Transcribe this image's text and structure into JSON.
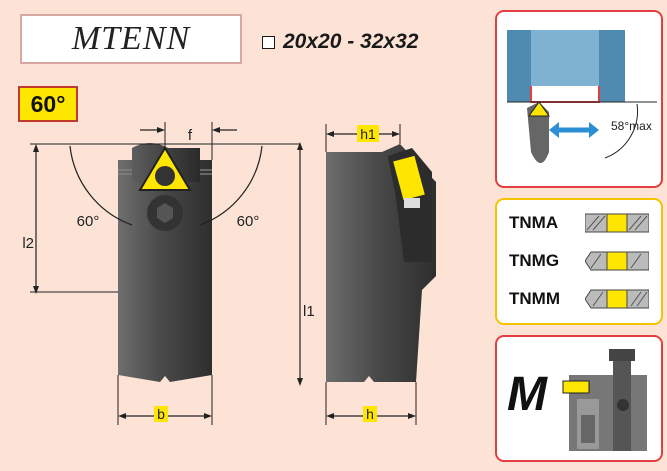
{
  "title": "MTENN",
  "size_range": "20x20 - 32x32",
  "angle_badge": "60°",
  "dimensions": {
    "f": "f",
    "h1": "h1",
    "l1": "l1",
    "l2": "l2",
    "b": "b",
    "h": "h",
    "angle_left": "60°",
    "angle_right": "60°"
  },
  "top_panel": {
    "max_angle": "58°max"
  },
  "inserts": [
    "TNMA",
    "TNMG",
    "TNMM"
  ],
  "clamp_type": "M",
  "colors": {
    "background": "#fce3d6",
    "accent": "#ffe600",
    "border_red": "#e24040",
    "arrow_blue": "#2c8fd6"
  }
}
